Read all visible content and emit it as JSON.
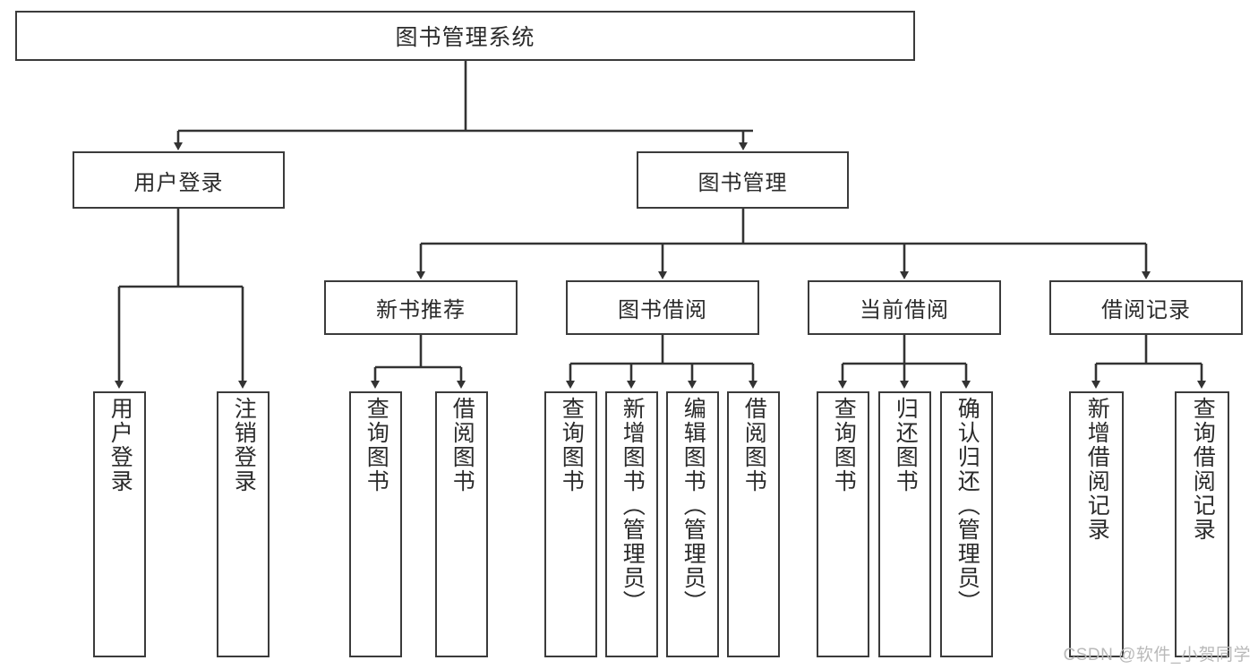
{
  "diagram": {
    "title": "图书管理系统",
    "watermark": "CSDN @软件_小贺同学",
    "colors": {
      "border": "#3b3b3b",
      "text": "#2b2b2b",
      "line": "#333333",
      "background": "#ffffff",
      "watermark": "#b9b9b9"
    },
    "root": {
      "label": "图书管理系统"
    },
    "level2": [
      {
        "label": "用户登录"
      },
      {
        "label": "图书管理"
      }
    ],
    "level3": [
      {
        "label": "新书推荐"
      },
      {
        "label": "图书借阅"
      },
      {
        "label": "当前借阅"
      },
      {
        "label": "借阅记录"
      }
    ],
    "leaves": {
      "user_login": [
        {
          "label": "用户登录"
        },
        {
          "label": "注销登录"
        }
      ],
      "new_book_recommend": [
        {
          "label": "查询图书"
        },
        {
          "label": "借阅图书"
        }
      ],
      "book_borrow": [
        {
          "label": "查询图书"
        },
        {
          "label": "新增图书（管理员）"
        },
        {
          "label": "编辑图书（管理员）"
        },
        {
          "label": "借阅图书"
        }
      ],
      "current_borrow": [
        {
          "label": "查询图书"
        },
        {
          "label": "归还图书"
        },
        {
          "label": "确认归还（管理员）"
        }
      ],
      "borrow_record": [
        {
          "label": "新增借阅记录"
        },
        {
          "label": "查询借阅记录"
        }
      ]
    }
  }
}
